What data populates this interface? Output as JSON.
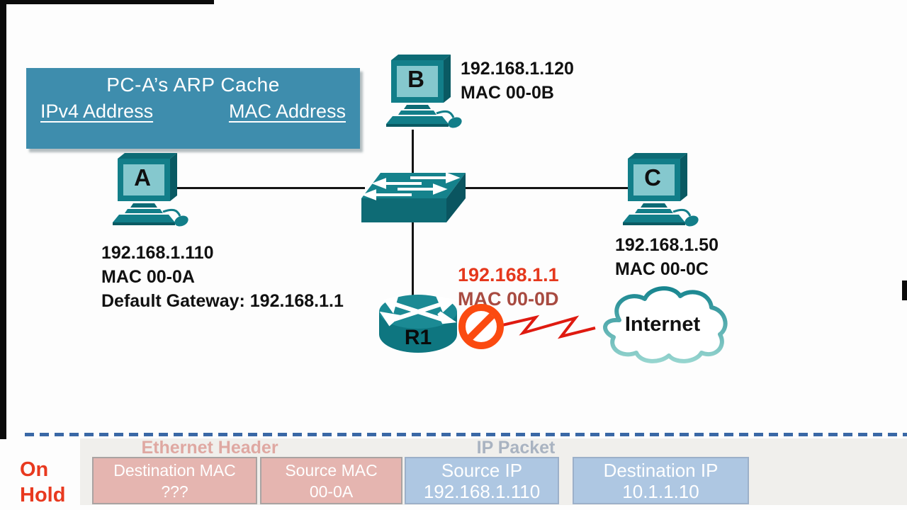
{
  "panel": {
    "title": "PC-A’s ARP Cache",
    "col_ip": "IPv4 Address",
    "col_mac": "MAC Address"
  },
  "pcs": {
    "a": {
      "letter": "A",
      "line1": "192.168.1.110",
      "line2": "MAC 00-0A",
      "line3": "Default Gateway: 192.168.1.1"
    },
    "b": {
      "letter": "B",
      "line1": "192.168.1.120",
      "line2": "MAC 00-0B"
    },
    "c": {
      "letter": "C",
      "line1": "192.168.1.50",
      "line2": "MAC 00-0C"
    }
  },
  "router": {
    "name": "R1",
    "ip": "192.168.1.1",
    "mac": "MAC 00-0D"
  },
  "cloud_label": "Internet",
  "status": {
    "line1": "On",
    "line2": "Hold"
  },
  "pdu": {
    "ethernet_header": "Ethernet Header",
    "ip_packet": "IP Packet",
    "fields": [
      {
        "label": "Destination MAC",
        "value": "???"
      },
      {
        "label": "Source MAC",
        "value": "00-0A"
      },
      {
        "label": "Source IP",
        "value": "192.168.1.110"
      },
      {
        "label": "Destination IP",
        "value": "10.1.1.10"
      }
    ]
  },
  "colors": {
    "device_teal": "#127e89",
    "screen_teal": "#85c8ce",
    "panel_blue": "#3e8dad",
    "alert_red": "#e5381d",
    "muted_red": "#a84b41",
    "prohibit_orange": "#fb4a10",
    "dash_blue": "#3a68a6",
    "mac_pink": "#e5b5b0",
    "ip_blue": "#aec7e2",
    "on_hold_red": "#e8391f"
  }
}
